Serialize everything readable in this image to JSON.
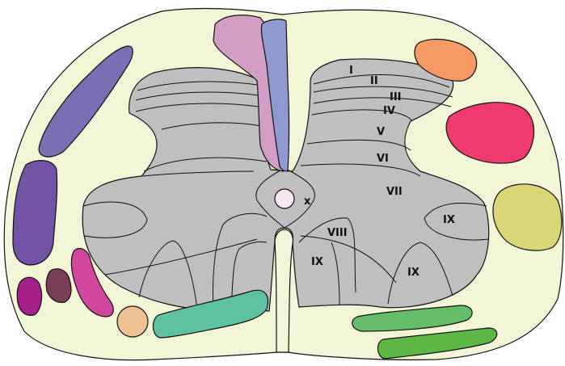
{
  "laminae": {
    "I": "I",
    "II": "II",
    "III": "III",
    "IV": "IV",
    "V": "V",
    "VI": "VI",
    "VII": "VII",
    "VIII": "VIII",
    "IX_lateral": "IX",
    "IX_ventral_lateral": "IX",
    "IX_ventral_medial": "IX",
    "X": "x"
  },
  "colors": {
    "white_matter": "#f2f5d6",
    "gray_matter": "#bfbfbf",
    "dorsal_column_lateral": "#d39ec6",
    "dorsal_column_medial": "#8f9bd0",
    "dorsal_spinocerebellar": "#7b6fb4",
    "lateral_corticospinal": "#7453a6",
    "ventral_spinocerebellar": "#d2479e",
    "tectospinal": "#a32089",
    "rubrospinal": "#7a3e56",
    "reticulospinal_round": "#eec293",
    "vestibulospinal": "#5ec19f",
    "right_top_orange": "#f59a64",
    "right_red": "#ee3a6c",
    "right_yellow": "#dad678",
    "right_green_upper": "#64bd68",
    "right_green_lower": "#5cb745",
    "central_canal": "#f8e7f1"
  }
}
